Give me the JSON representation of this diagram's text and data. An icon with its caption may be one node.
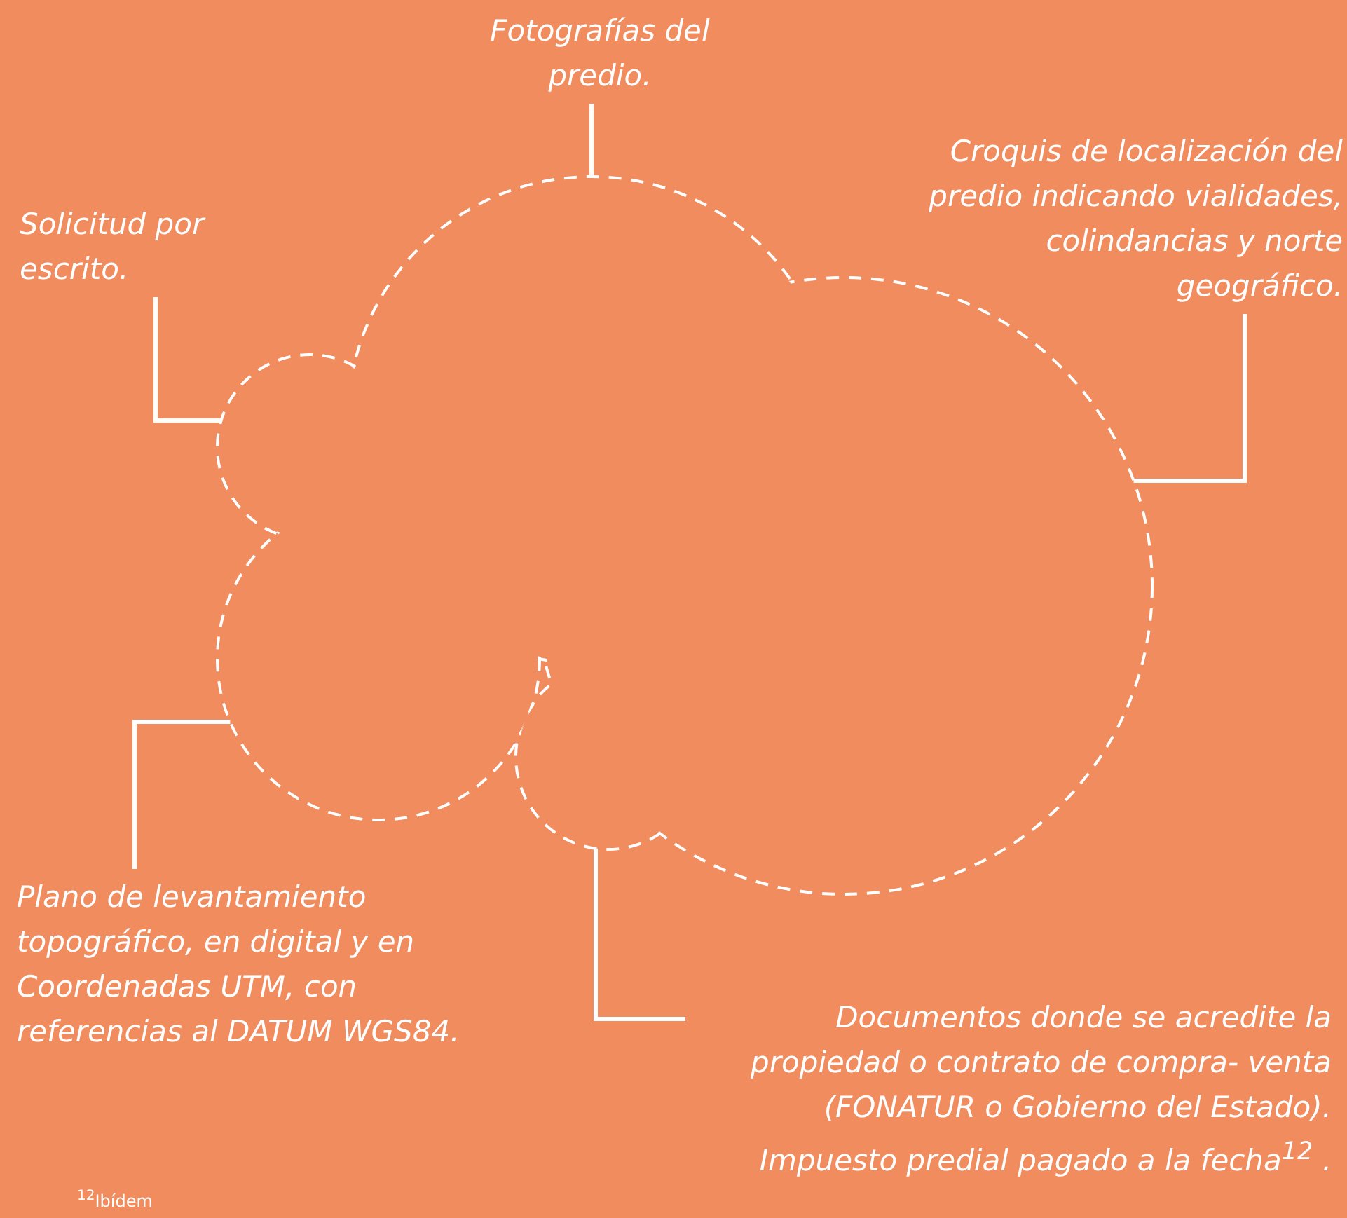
{
  "diagram": {
    "nodes": [
      {
        "text": [
          "Fotografías del predio."
        ]
      },
      {
        "text": [
          "Solicitud por escrito."
        ]
      },
      {
        "text": [
          "Croquis de localización del predio indicando vialidades, colindancias y norte geográfico."
        ]
      },
      {
        "text": [
          "Plano de levantamiento topográfico, en digital y en Coordenadas UTM, con referencias al DATUM WGS84."
        ]
      },
      {
        "text": [
          "Documentos donde se acredite la propiedad o contrato de compra- venta (FONATUR o Gobierno del Estado). Impuesto predial pagado a la fecha$^{12}$ ."
        ]
      },
      {
        "text": [],
        "shape": "circle"
      },
      {
        "text": [],
        "shape": "circle"
      },
      {
        "text": [],
        "shape": "circle"
      },
      {
        "text": [],
        "shape": "circle"
      },
      {
        "text": [],
        "shape": "circle"
      }
    ],
    "edges": [
      {
        "from": 0,
        "to": 5,
        "arrow": "none"
      },
      {
        "from": 1,
        "to": 7,
        "arrow": "none"
      },
      {
        "from": 2,
        "to": 6,
        "arrow": "none"
      },
      {
        "from": 3,
        "to": 8,
        "arrow": "none"
      },
      {
        "from": 4,
        "to": 9,
        "arrow": "none"
      }
    ],
    "labels": [
      "$^{12}$Ibídem"
    ]
  }
}
